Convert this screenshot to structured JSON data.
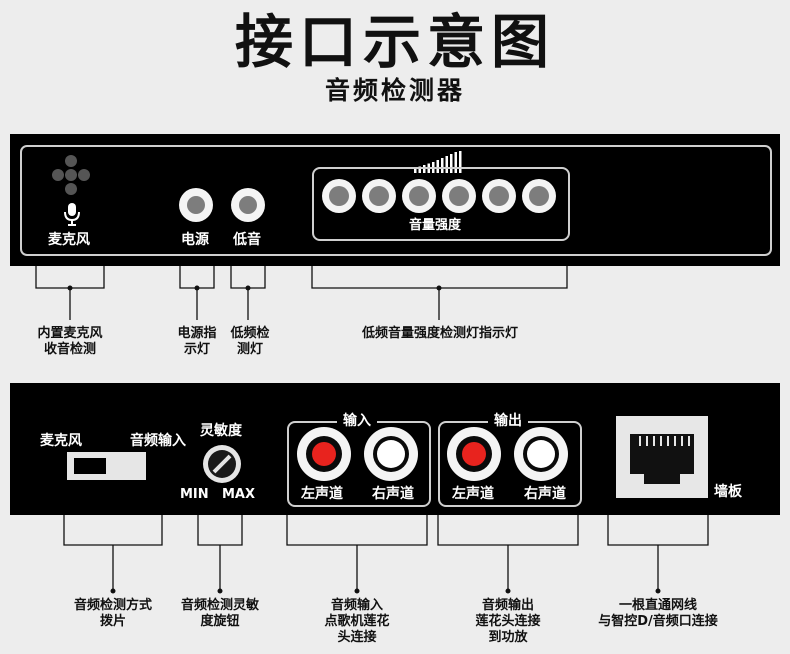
{
  "header": {
    "title": "接口示意图",
    "subtitle": "音频检测器"
  },
  "top_panel": {
    "mic_label": "麦克风",
    "power_label": "电源",
    "bass_label": "低音",
    "volume_label": "音量强度"
  },
  "top_annotations": {
    "mic": [
      "内置麦克风",
      "收音检测"
    ],
    "power": [
      "电源指",
      "示灯"
    ],
    "bass": [
      "低频检",
      "测灯"
    ],
    "volume": "低频音量强度检测灯指示灯"
  },
  "bottom_panel": {
    "switch_left": "麦克风",
    "switch_right": "音频输入",
    "knob_label": "灵敏度",
    "knob_min": "MIN",
    "knob_max": "MAX",
    "input_label": "输入",
    "output_label": "输出",
    "left_channel": "左声道",
    "right_channel": "右声道",
    "wall_label": "墙板"
  },
  "bottom_annotations": {
    "switch": [
      "音频检测方式",
      "拨片"
    ],
    "knob": [
      "音频检测灵敏",
      "度旋钮"
    ],
    "input": [
      "音频输入",
      "点歌机莲花",
      "头连接"
    ],
    "output": [
      "音频输出",
      "莲花头连接",
      "到功放"
    ],
    "rj45": [
      "一根直通网线",
      "与智控D/音频口连接"
    ]
  },
  "colors": {
    "panel": "#000000",
    "background": "#ededed",
    "jack_red": "#e8231e",
    "jack_white": "#ffffff"
  }
}
